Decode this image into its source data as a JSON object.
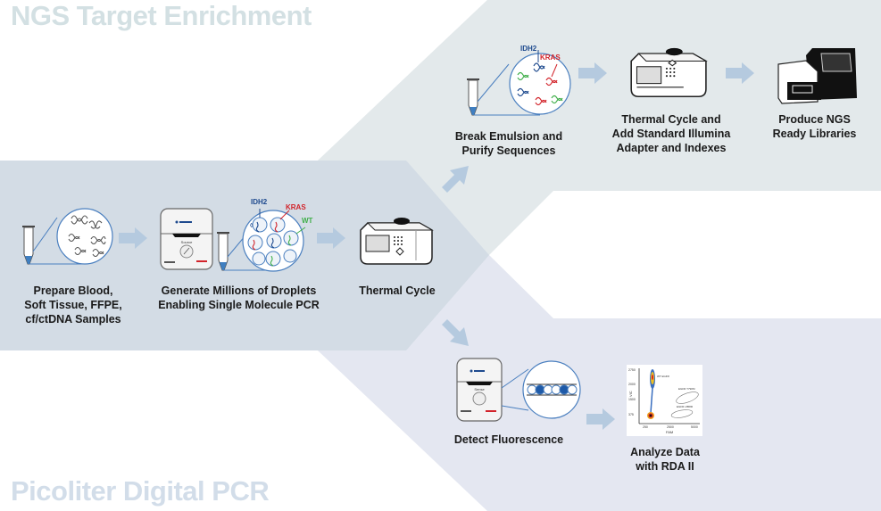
{
  "sections": {
    "top_title": "NGS Target Enrichment",
    "bottom_title": "Picoliter Digital PCR"
  },
  "colors": {
    "top_band": "#e3e9eb",
    "left_band": "#d3dce5",
    "bottom_band": "#e4e7f1",
    "arrow": "#b5cadf",
    "idh2": "#1e4a8e",
    "kras": "#d2232a",
    "wt": "#3fae49",
    "tube_fill": "#3f7fc1"
  },
  "steps": {
    "prepare": {
      "label": "Prepare Blood,\nSoft Tissue, FFPE,\ncf/ctDNA Samples"
    },
    "generate": {
      "label": "Generate Millions of Droplets\nEnabling Single Molecule PCR",
      "markers": {
        "idh2": "IDH2",
        "kras": "KRAS",
        "wt": "WT"
      },
      "device_name": "Source"
    },
    "thermal": {
      "label": "Thermal Cycle"
    },
    "break": {
      "label": "Break Emulsion and\nPurify Sequences",
      "markers": {
        "idh2": "IDH2",
        "kras": "KRAS"
      }
    },
    "thermal_illumina": {
      "label": "Thermal Cycle and\nAdd Standard Illumina\nAdapter and Indexes"
    },
    "produce": {
      "label": "Produce NGS\nReady Libraries"
    },
    "detect": {
      "label": "Detect Fluorescence",
      "device_name": "Sense"
    },
    "analyze": {
      "label": "Analyze Data\nwith RDA II",
      "plot": {
        "xlabel": "FAM",
        "ylabel": "VIC",
        "x_ticks": [
          "250",
          "2500",
          "5000"
        ],
        "y_ticks": [
          "375",
          "1500",
          "2000",
          "2750"
        ],
        "clusters": [
          "WT EGFR",
          "EGFR T790M",
          "EGFR L858R"
        ]
      }
    }
  }
}
